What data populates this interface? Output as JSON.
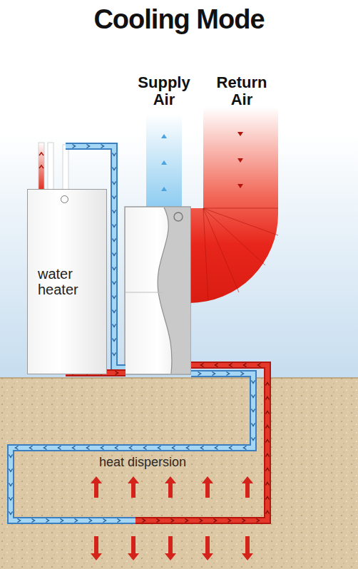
{
  "diagram": {
    "title": "Cooling Mode",
    "nodes": [
      {
        "text": [
          "water heater"
        ]
      }
    ],
    "labels": [
      "Supply Air",
      "Return Air",
      "heat dispersion"
    ]
  }
}
